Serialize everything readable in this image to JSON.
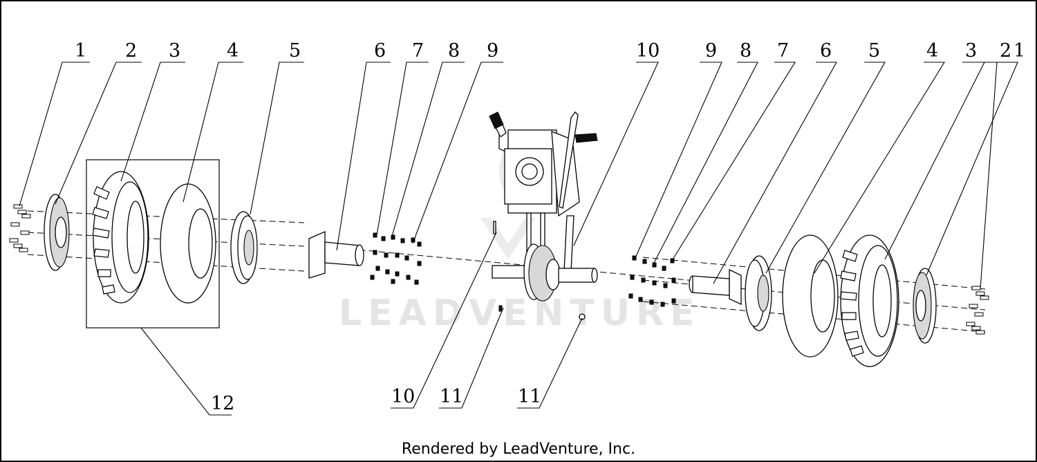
{
  "diagram": {
    "callouts_top_left": [
      "1",
      "2",
      "3",
      "4",
      "5",
      "6",
      "7",
      "8",
      "9"
    ],
    "callouts_top_right": [
      "10",
      "9",
      "8",
      "7",
      "6",
      "5",
      "4",
      "3",
      "2",
      "1"
    ],
    "callouts_bottom": [
      "12",
      "10",
      "11",
      "11"
    ],
    "watermark": "LEADVENTURE",
    "footer": "Rendered by LeadVenture, Inc."
  }
}
